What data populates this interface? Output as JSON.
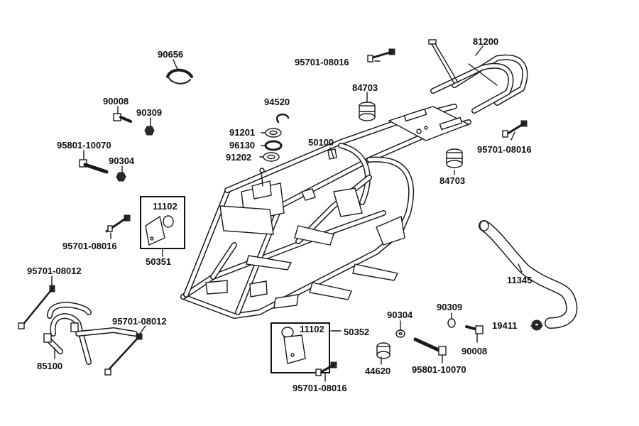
{
  "labels": {
    "p90656": "90656",
    "p95701_08016_top": "95701-08016",
    "p81200": "81200",
    "p90008_left": "90008",
    "p94520": "94520",
    "p84703_top": "84703",
    "p90309_left": "90309",
    "p91201": "91201",
    "p96130": "96130",
    "p95801_left": "95801-10070",
    "p91202": "91202",
    "p50100": "50100",
    "p95701_08016_right": "95701-08016",
    "p90304_left": "90304",
    "p84703_right": "84703",
    "p11102_left": "11102",
    "p95701_08016_left": "95701-08016",
    "p50351": "50351",
    "p95701_08012_left": "95701-08012",
    "p11345": "11345",
    "p90304_right": "90304",
    "p90309_right": "90309",
    "p95701_08012_mid": "95701-08012",
    "p11102_mid": "11102",
    "p50352": "50352",
    "p19411": "19411",
    "p90008_right": "90008",
    "p85100": "85100",
    "p44620": "44620",
    "p95801_right": "95801-10070",
    "p95701_08016_bottom": "95701-08016"
  },
  "colors": {
    "line": "#1a1a1a",
    "background": "#ffffff"
  }
}
